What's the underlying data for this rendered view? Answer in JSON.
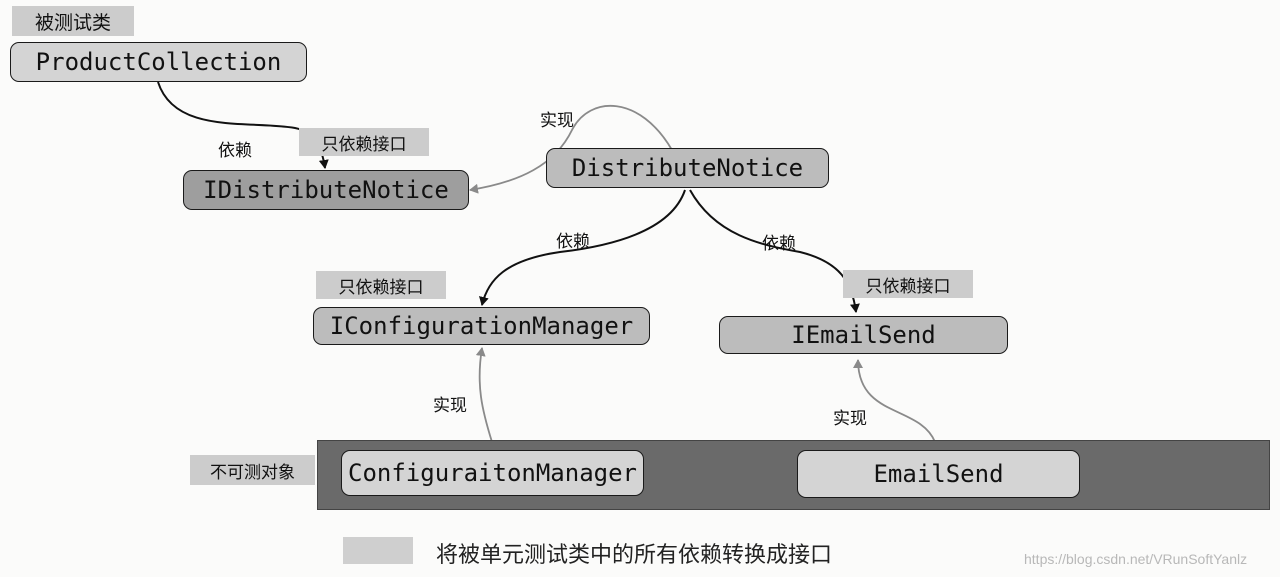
{
  "tags": {
    "under_test": "被测试类",
    "only_interface_1": "只依赖接口",
    "only_interface_2": "只依赖接口",
    "only_interface_3": "只依赖接口",
    "untestable": "不可测对象"
  },
  "nodes": {
    "product_collection": "ProductCollection",
    "idistribute_notice": "IDistributeNotice",
    "distribute_notice": "DistributeNotice",
    "iconfiguration_manager": "IConfigurationManager",
    "iemail_send": "IEmailSend",
    "configuraiton_manager": "ConfiguraitonManager",
    "email_send": "EmailSend"
  },
  "edge_labels": {
    "depends_1": "依赖",
    "implements_1": "实现",
    "depends_2": "依赖",
    "depends_3": "依赖",
    "implements_2": "实现",
    "implements_3": "实现"
  },
  "caption": "将被单元测试类中的所有依赖转换成接口",
  "watermark": "https://blog.csdn.net/VRunSoftYanlz",
  "colors": {
    "dependency_arrow": "#111111",
    "implementation_arrow": "#8a8a8a",
    "untestable_band": "#6a6a6a"
  }
}
